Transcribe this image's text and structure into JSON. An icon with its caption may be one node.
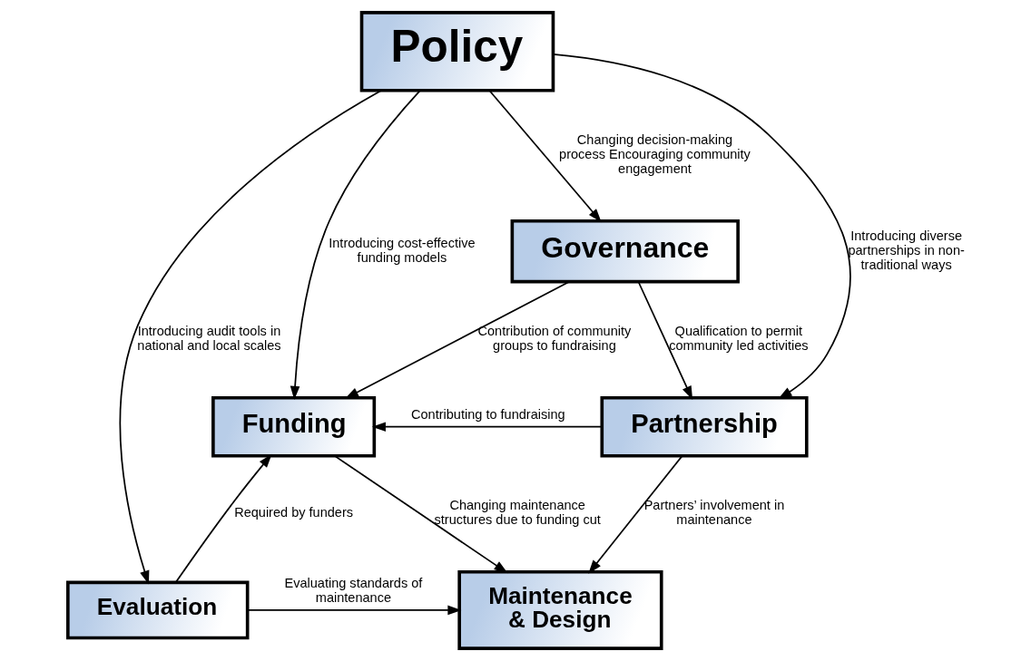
{
  "diagram": {
    "nodes": [
      {
        "text": [
          "Policy"
        ]
      },
      {
        "text": [
          "Governance"
        ]
      },
      {
        "text": [
          "Funding"
        ]
      },
      {
        "text": [
          "Partnership"
        ]
      },
      {
        "text": [
          "Evaluation"
        ]
      },
      {
        "text": [
          "Maintenance & Design"
        ]
      }
    ],
    "edges": [
      {
        "from": 0,
        "to": 1,
        "arrow": "to",
        "label": "Changing decision-making process Encouraging community engagement"
      },
      {
        "from": 0,
        "to": 2,
        "arrow": "to",
        "label": "Introducing cost-effective funding models"
      },
      {
        "from": 1,
        "to": 2,
        "arrow": "to",
        "label": "Contribution of community groups to fundraising"
      },
      {
        "from": 0,
        "to": 3,
        "arrow": "to",
        "label": "Introducing diverse partnerships in non-traditional ways"
      },
      {
        "from": 1,
        "to": 3,
        "arrow": "to",
        "label": "Qualification to permit community led activities"
      },
      {
        "from": 0,
        "to": 4,
        "arrow": "to",
        "label": "Introducing audit tools in national and local scales"
      },
      {
        "from": 4,
        "to": 2,
        "arrow": "to",
        "label": "Required by funders"
      },
      {
        "from": 3,
        "to": 2,
        "arrow": "to",
        "label": "Contributing to fundraising"
      },
      {
        "from": 2,
        "to": 5,
        "arrow": "to",
        "label": "Changing maintenance structures due to funding cut"
      },
      {
        "from": 4,
        "to": 5,
        "arrow": "to",
        "label": "Evaluating standards of maintenance"
      },
      {
        "from": 3,
        "to": 5,
        "arrow": "to",
        "label": "Partners’ involvement in maintenance"
      }
    ]
  }
}
